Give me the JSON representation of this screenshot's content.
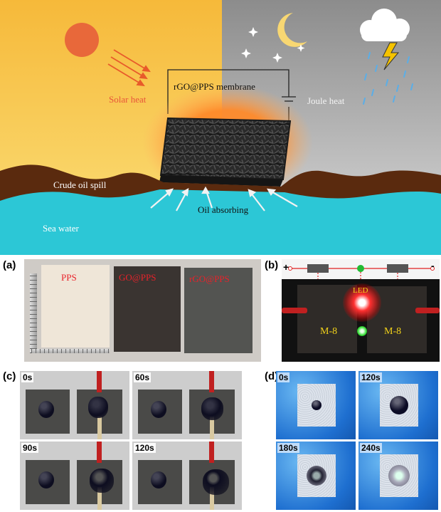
{
  "schematic": {
    "solar_heat": "Solar heat",
    "membrane": "rGO@PPS membrane",
    "joule_heat": "Joule heat",
    "crude_oil": "Crude oil spill",
    "oil_absorbing": "Oil absorbing",
    "sea_water": "Sea water"
  },
  "panel_a": {
    "label": "(a)",
    "samples": [
      "PPS",
      "GO@PPS",
      "rGO@PPS"
    ]
  },
  "panel_b": {
    "label": "(b)",
    "plus": "+",
    "minus": "-",
    "led": "LED",
    "left_sample": "M-8",
    "right_sample": "M-8"
  },
  "panel_c": {
    "label": "(c)",
    "times": [
      "0s",
      "60s",
      "90s",
      "120s"
    ]
  },
  "panel_d": {
    "label": "(d)",
    "times": [
      "0s",
      "120s",
      "180s",
      "240s"
    ]
  },
  "colors": {
    "sky_day": "#f7c23a",
    "sky_night": "#9a9a9a",
    "oil": "#5a2a0e",
    "sea": "#2cc7d6",
    "sun": "#e8683a",
    "label_red": "#e8222a",
    "label_yellow": "#f2d21a",
    "glow": "#ff7a1a"
  }
}
